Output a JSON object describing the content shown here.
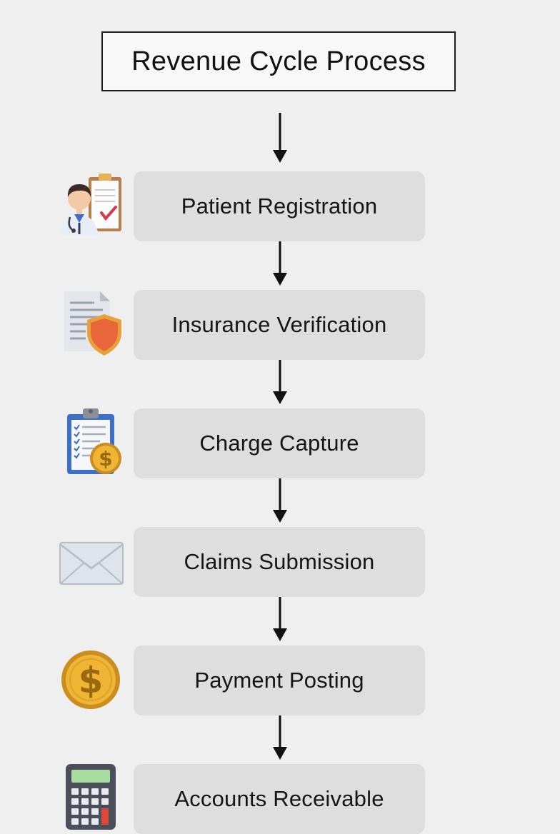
{
  "title": "Revenue Cycle Process",
  "steps": [
    {
      "label": "Patient Registration",
      "icon": "doctor-clipboard-icon"
    },
    {
      "label": "Insurance Verification",
      "icon": "document-shield-icon"
    },
    {
      "label": "Charge Capture",
      "icon": "clipboard-dollar-icon"
    },
    {
      "label": "Claims Submission",
      "icon": "envelope-icon"
    },
    {
      "label": "Payment Posting",
      "icon": "dollar-coin-icon"
    },
    {
      "label": "Accounts Receivable",
      "icon": "calculator-icon"
    }
  ],
  "colors": {
    "background": "#efefef",
    "step_fill": "#dedede",
    "arrow": "#111111",
    "shield": "#e8663a",
    "coin": "#f0b534",
    "clipboard": "#3d6fc4"
  }
}
